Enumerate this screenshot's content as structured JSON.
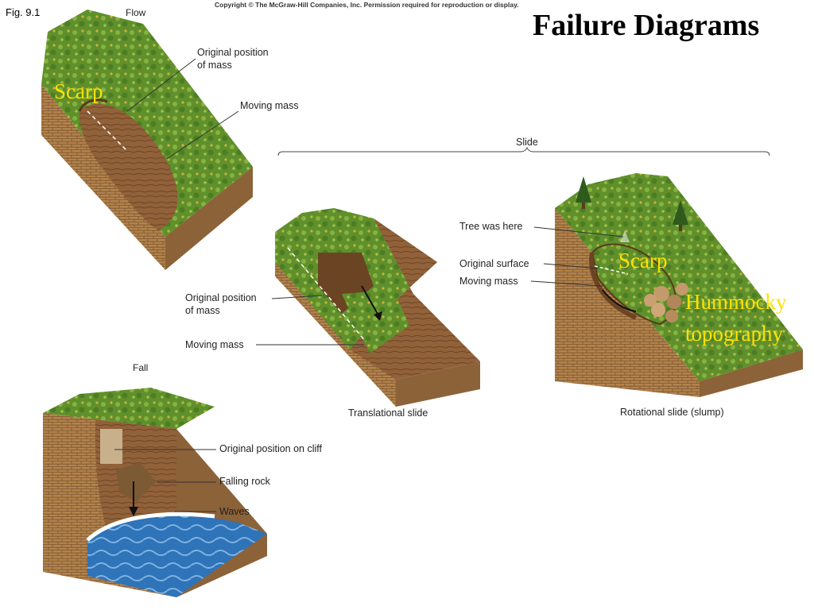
{
  "slide": {
    "fig_label": "Fig. 9.1",
    "copyright": "Copyright © The McGraw-Hill Companies, Inc. Permission required for reproduction or display.",
    "title": "Failure Diagrams"
  },
  "colors": {
    "grass": "#5e8f2a",
    "grass_light": "#8fb543",
    "brick": "#b0804a",
    "earth": "#8a5a30",
    "water": "#2f73b8",
    "annotation": "#ffe100"
  },
  "flow": {
    "heading": "Flow",
    "orig_label_1": "Original position",
    "orig_label_2": "of mass",
    "moving_label": "Moving mass",
    "scarp": "Scarp"
  },
  "slide_group": {
    "heading": "Slide"
  },
  "translational": {
    "orig_label_1": "Original position",
    "orig_label_2": "of mass",
    "moving_label": "Moving mass",
    "caption": "Translational slide"
  },
  "rotational": {
    "tree_label": "Tree was here",
    "surface_label": "Original surface",
    "moving_label": "Moving mass",
    "caption": "Rotational slide (slump)",
    "scarp": "Scarp",
    "hummocky_1": "Hummocky",
    "hummocky_2": "topography"
  },
  "fall": {
    "heading": "Fall",
    "orig_label": "Original position on cliff",
    "rock_label": "Falling rock",
    "waves_label": "Waves"
  }
}
